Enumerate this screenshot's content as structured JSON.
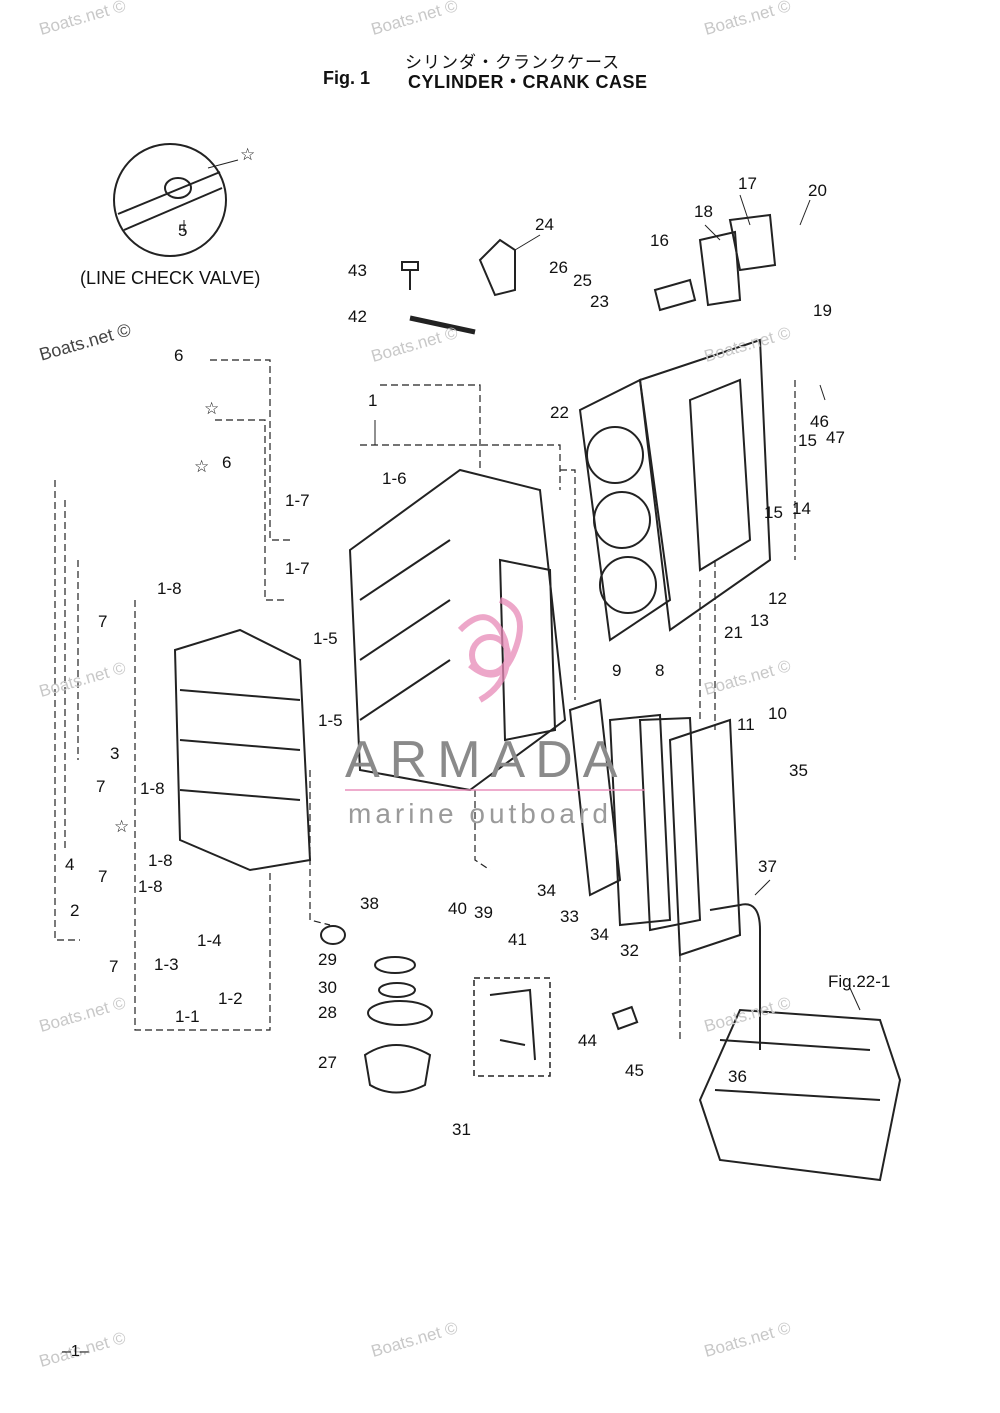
{
  "header": {
    "title_jp": "シリンダ・クランクケース",
    "fig_label": "Fig. 1",
    "title_en": "CYLINDER・CRANK CASE"
  },
  "inset": {
    "caption": "(LINE CHECK VALVE)"
  },
  "watermarks": {
    "text": "Boats.net ©",
    "brand": "ARMADA",
    "brand_sub": "marine outboard"
  },
  "figure_reference": "Fig.22-1",
  "page_number": "–1–",
  "star_symbol": "☆",
  "colors": {
    "line": "#222222",
    "watermark": "#c8c8c8",
    "logo_pink": "#e88ab8"
  },
  "callouts": {
    "c1": "1",
    "c1_1": "1-1",
    "c1_2": "1-2",
    "c1_3": "1-3",
    "c1_4": "1-4",
    "c1_5a": "1-5",
    "c1_5b": "1-5",
    "c1_6": "1-6",
    "c1_7a": "1-7",
    "c1_7b": "1-7",
    "c1_8a": "1-8",
    "c1_8b": "1-8",
    "c1_8c": "1-8",
    "c1_8d": "1-8",
    "c2": "2",
    "c3": "3",
    "c4": "4",
    "c5": "5",
    "c6a": "6",
    "c6b": "6",
    "c7a": "7",
    "c7b": "7",
    "c7c": "7",
    "c7d": "7",
    "c8": "8",
    "c9": "9",
    "c10": "10",
    "c11": "11",
    "c12": "12",
    "c13": "13",
    "c14": "14",
    "c15a": "15",
    "c15b": "15",
    "c16": "16",
    "c17": "17",
    "c18": "18",
    "c19": "19",
    "c20": "20",
    "c21": "21",
    "c22": "22",
    "c23": "23",
    "c24": "24",
    "c25": "25",
    "c26": "26",
    "c27": "27",
    "c28": "28",
    "c29": "29",
    "c30": "30",
    "c31": "31",
    "c32": "32",
    "c33": "33",
    "c34a": "34",
    "c34b": "34",
    "c35": "35",
    "c36": "36",
    "c37": "37",
    "c38": "38",
    "c39": "39",
    "c40": "40",
    "c41": "41",
    "c42": "42",
    "c43": "43",
    "c44": "44",
    "c45": "45",
    "c46": "46",
    "c47": "47"
  }
}
